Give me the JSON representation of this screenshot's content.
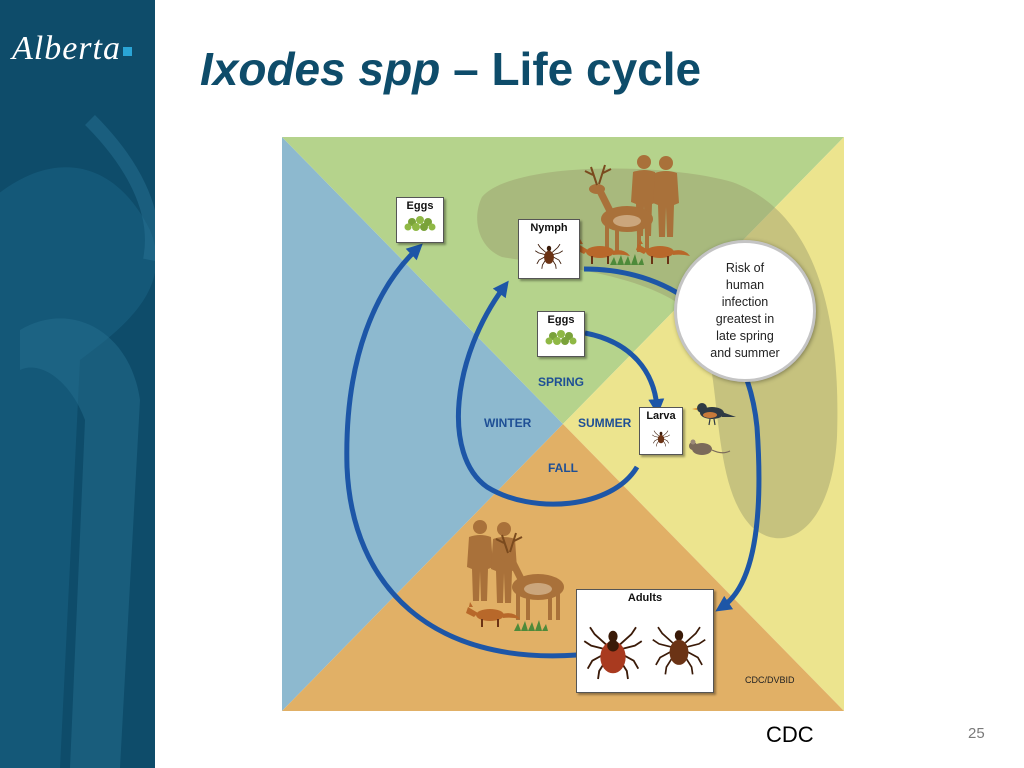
{
  "brand": {
    "logo_text": "Alberta"
  },
  "title": {
    "italic_part": "Ixodes spp",
    "rest": " – Life cycle"
  },
  "diagram": {
    "cards": {
      "eggs_outer": "Eggs",
      "nymph": "Nymph",
      "eggs_inner": "Eggs",
      "larva": "Larva",
      "adults": "Adults"
    },
    "seasons": {
      "spring": "SPRING",
      "winter": "WINTER",
      "summer": "SUMMER",
      "fall": "FALL"
    },
    "risk_text": "Risk of\nhuman\ninfection\ngreatest in\nlate spring\nand summer",
    "credit": "CDC/DVBID",
    "colors": {
      "winter_quadrant": "#8db9cf",
      "spring_quadrant": "#b5d38c",
      "summer_quadrant": "#ece48e",
      "fall_quadrant": "#e1b066",
      "cycle_arrow": "#1d56a7",
      "risk_band": "#9a9a6a",
      "host_silhouette": "#a9713a",
      "tick_body": "#6b3315"
    },
    "icons": [
      "deer-icon",
      "human-silhouette-icon",
      "fox-icon",
      "bird-icon",
      "mouse-icon",
      "tick-icon",
      "egg-cluster-icon"
    ]
  },
  "footer": {
    "caption": "CDC",
    "page_number": "25"
  }
}
